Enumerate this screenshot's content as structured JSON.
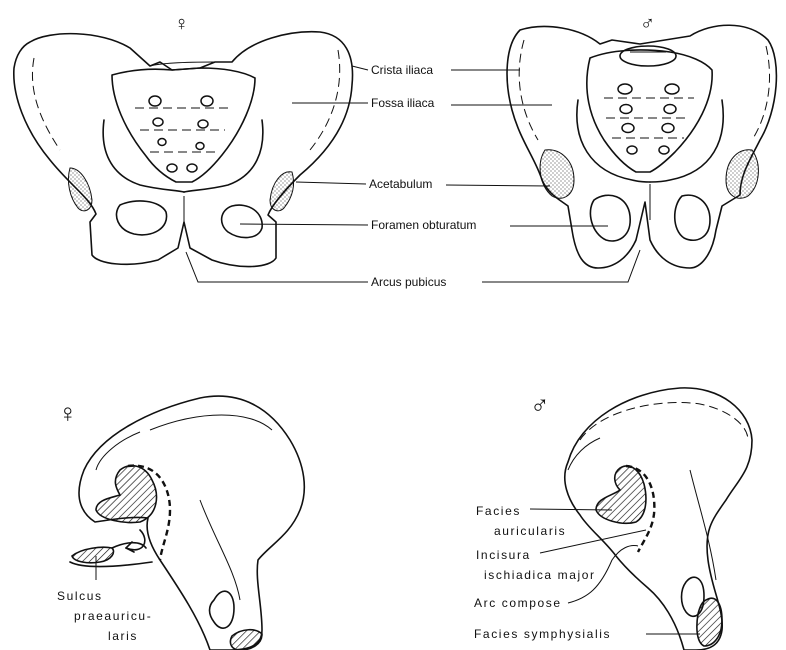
{
  "top_panel": {
    "female_symbol": "♀",
    "male_symbol": "♂",
    "labels": {
      "crista_iliaca": "Crista iliaca",
      "fossa_iliaca": "Fossa iliaca",
      "acetabulum": "Acetabulum",
      "foramen_obturatum": "Foramen obturatum",
      "arcus_pubicus": "Arcus pubicus"
    }
  },
  "bottom_panel": {
    "female_symbol": "♀",
    "male_symbol": "♂",
    "female_labels": {
      "sulcus_line1": "Sulcus",
      "sulcus_line2": "praeauricu-",
      "sulcus_line3": "laris"
    },
    "male_labels": {
      "facies_auricularis_line1": "Facies",
      "facies_auricularis_line2": "auricularis",
      "incisura_line1": "Incisura",
      "incisura_line2": "ischiadica major",
      "arc_compose": "Arc compose",
      "facies_symphysialis": "Facies symphysialis"
    }
  }
}
